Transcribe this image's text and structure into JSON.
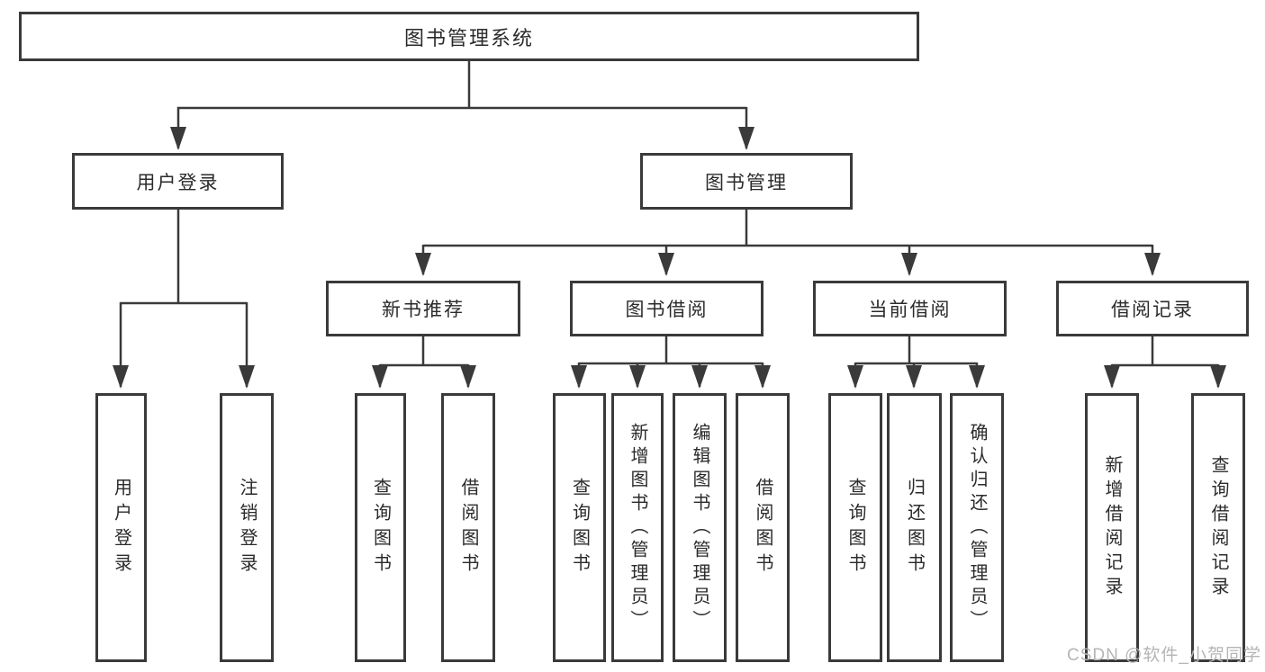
{
  "diagram": {
    "title": "图书管理系统",
    "level2": {
      "user_login": "用户登录",
      "book_management": "图书管理"
    },
    "level3": {
      "new_book_recommend": "新书推荐",
      "book_borrow": "图书借阅",
      "current_borrow": "当前借阅",
      "borrow_records": "借阅记录"
    },
    "leaves": {
      "user_login": "用户登录",
      "logout": "注销登录",
      "recommend_query_books": "查询图书",
      "recommend_borrow_books": "借阅图书",
      "borrow_query_books": "查询图书",
      "borrow_add_book_admin": "新增图书（管理员）",
      "borrow_edit_book_admin": "编辑图书（管理员）",
      "borrow_borrow_books": "借阅图书",
      "current_query_books": "查询图书",
      "current_return_book": "归还图书",
      "current_confirm_return_admin": "确认归还（管理员）",
      "records_add_record": "新增借阅记录",
      "records_query_record": "查询借阅记录"
    }
  },
  "watermark": {
    "text": "CSDN @软件_小贺同学",
    "color": "#b5b5b5"
  },
  "colors": {
    "line": "#3a3a3a",
    "box_border": "#3a3a3a",
    "text": "#2b2b2b",
    "background": "#ffffff"
  }
}
